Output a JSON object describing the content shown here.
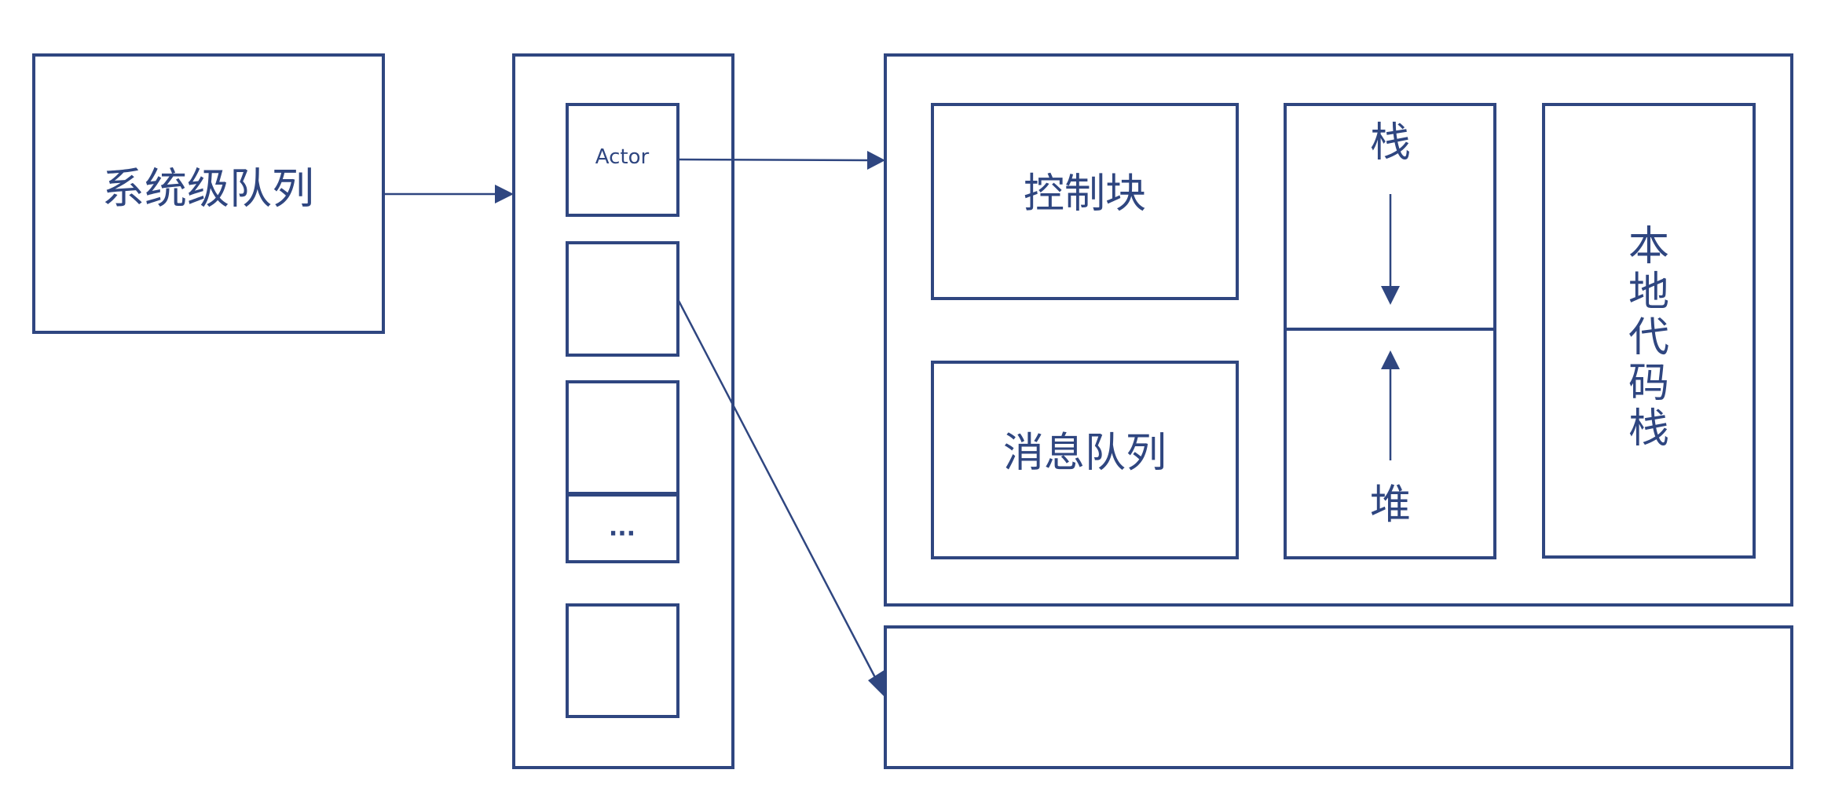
{
  "diagram": {
    "type": "architecture-diagram",
    "colors": {
      "stroke": "#2f4680",
      "background": "#ffffff"
    },
    "system_queue": {
      "label": "系统级队列"
    },
    "actor_column": {
      "slots": [
        {
          "label": "Actor"
        },
        {
          "label": ""
        },
        {
          "label": ""
        },
        {
          "label": "..."
        },
        {
          "label": ""
        }
      ]
    },
    "actor_detail": {
      "control_block": {
        "label": "控制块"
      },
      "message_queue": {
        "label": "消息队列"
      },
      "stack": {
        "label": "栈",
        "direction": "down"
      },
      "heap": {
        "label": "堆",
        "direction": "up"
      },
      "native_stack": {
        "label": "本地代码栈",
        "orientation": "vertical"
      }
    },
    "secondary_panel": {
      "label": ""
    },
    "connections": [
      {
        "from": "system_queue",
        "to": "actor_column",
        "style": "arrow"
      },
      {
        "from": "actor_column.slots.0",
        "to": "actor_detail",
        "style": "arrow"
      },
      {
        "from": "actor_column.slots.1",
        "to": "secondary_panel",
        "style": "arrow"
      }
    ]
  }
}
